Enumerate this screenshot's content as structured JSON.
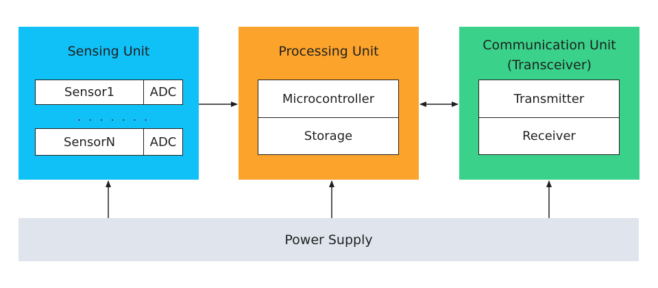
{
  "colors": {
    "sensing": "#10c1f8",
    "processing": "#fca32b",
    "communication": "#3ad28a",
    "power": "#dfe4ed",
    "line": "#1f1f1f"
  },
  "sensing_unit": {
    "title": "Sensing Unit",
    "rows": [
      {
        "sensor": "Sensor1",
        "adc": "ADC"
      },
      {
        "sensor": "SensorN",
        "adc": "ADC"
      }
    ],
    "ellipsis": ". . . . . . ."
  },
  "processing_unit": {
    "title": "Processing Unit",
    "items": [
      "Microcontroller",
      "Storage"
    ]
  },
  "communication_unit": {
    "title_line1": "Communication Unit",
    "title_line2": "(Transceiver)",
    "items": [
      "Transmitter",
      "Receiver"
    ]
  },
  "power_supply": {
    "label": "Power Supply"
  }
}
